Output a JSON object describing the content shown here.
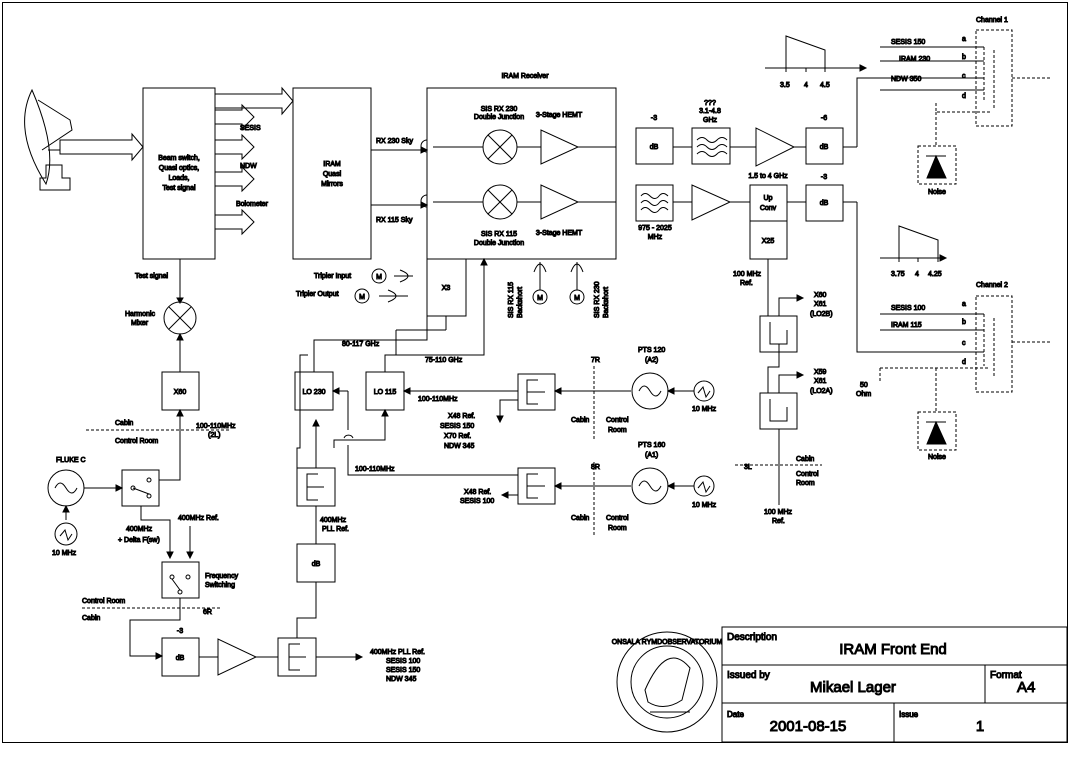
{
  "title_block": {
    "description_label": "Description",
    "description": "IRAM Front End",
    "issued_by_label": "Issued by",
    "issued_by": "Mikael Lager",
    "format_label": "Format",
    "format": "A4",
    "date_label": "Date",
    "date": "2001-08-15",
    "issue_label": "Issue",
    "issue": "1"
  },
  "labels": {
    "iram_receiver": "IRAM Receiver",
    "beam_switch": [
      "Beam switch,",
      "Quasi optics,",
      "Loads,",
      "Test signal"
    ],
    "sesis": "SESIS",
    "ndw": "NDW",
    "bolometer": "Bolometer",
    "iram_quasi": [
      "IRAM",
      "Quasi",
      "Mirrors"
    ],
    "rx230_sky": "RX 230 Sky",
    "rx115_sky": "RX 115 Sky",
    "sis230": [
      "SIS RX 230",
      "Double Junction"
    ],
    "sis115": [
      "SIS RX 115",
      "Double Junction"
    ],
    "hemt": "3-Stage HEMT",
    "hemt2": "3-Stage HEMT",
    "unknown": "???",
    "if_range": [
      "3.1-4.8",
      "GHz"
    ],
    "db_m3": "-3",
    "db_m6": "-6",
    "db_m3b": "-3",
    "db_m3c": "-3",
    "db": "dB",
    "upconv_range": "1.5 to 4 GHz",
    "up_conv": [
      "Up",
      "Conv"
    ],
    "x25": "X25",
    "filt_range": [
      "975 - 2025",
      "MHz"
    ],
    "tripler_input": "Tripler Input",
    "tripler_output": "Tripler Output",
    "x3": "X3",
    "sis115_backshort": [
      "SIS RX 115",
      "Backshort"
    ],
    "sis230_backshort": [
      "SIS RX 230",
      "Backshort"
    ],
    "motor": "M",
    "freq_80_117": "80-117 GHz",
    "freq_75_110": "75-110 GHz",
    "lo230": "LO 230",
    "lo115": "LO 115",
    "f100_110": "100-110MHz",
    "f100_110b": "100-110MHz",
    "test_signal": "Test signal",
    "harmonic_mixer": [
      "Harmonic",
      "Mixer"
    ],
    "x60": "X60",
    "cabin": "Cabin",
    "control_room": "Control Room",
    "f100_110_2l": [
      "100-110MHz",
      "(2L)"
    ],
    "fluke": "FLUKE C",
    "ten_mhz": "10 MHz",
    "ref400": "400MHz Ref.",
    "delta400": [
      "400MHz",
      "+ Delta F(sw)"
    ],
    "freq_switching": [
      "Frequency",
      "Switching"
    ],
    "six_r": "6R",
    "pll_ref": [
      "400MHz",
      "PLL Ref."
    ],
    "pll_out": [
      "400MHz PLL Ref.",
      "SESIS 100",
      "SESIS 150",
      "NDW 345"
    ],
    "pts120": [
      "PTS 120",
      "(A2)"
    ],
    "pts160": [
      "PTS 160",
      "(A1)"
    ],
    "seven_r": "7R",
    "eight_r": "8R",
    "x48_ref": [
      "X48 Ref.",
      "SESIS 150",
      "X70 Ref.",
      "NDW 345"
    ],
    "x48_ref2": [
      "X48 Ref.",
      "SESIS 100"
    ],
    "control_room2": [
      "Control",
      "Room"
    ],
    "hundred_ref": [
      "100 MHz",
      "Ref."
    ],
    "x60_lo2b": [
      "X60",
      "X61",
      "(LO2B)"
    ],
    "x59_lo2a": [
      "X59",
      "X61",
      "(LO2A)"
    ],
    "three_l": "3L",
    "channel1": "Channel 1",
    "channel2": "Channel 2",
    "sesis150": "SESIS 150",
    "iram230": "IRAM 230",
    "ndw350": "NDW 350",
    "sesis100": "SESIS 100",
    "iram115": "IRAM 115",
    "fifty_ohm": [
      "50",
      "Ohm"
    ],
    "noise": "Noise",
    "ch_letters": [
      "a",
      "b",
      "c",
      "d"
    ],
    "ax1": [
      "3.5",
      "4",
      "4.5"
    ],
    "ax2": [
      "3.75",
      "4",
      "4.25"
    ],
    "seal_text": "ONSALA RYMDOBSERVATORIUM"
  },
  "icons": [
    "parabolic-antenna-icon",
    "mixer-icon",
    "amplifier-icon",
    "filter-icon",
    "oscillator-icon",
    "motor-icon",
    "noise-diode-icon",
    "switch-icon",
    "pll-icon",
    "observatory-seal-icon"
  ]
}
